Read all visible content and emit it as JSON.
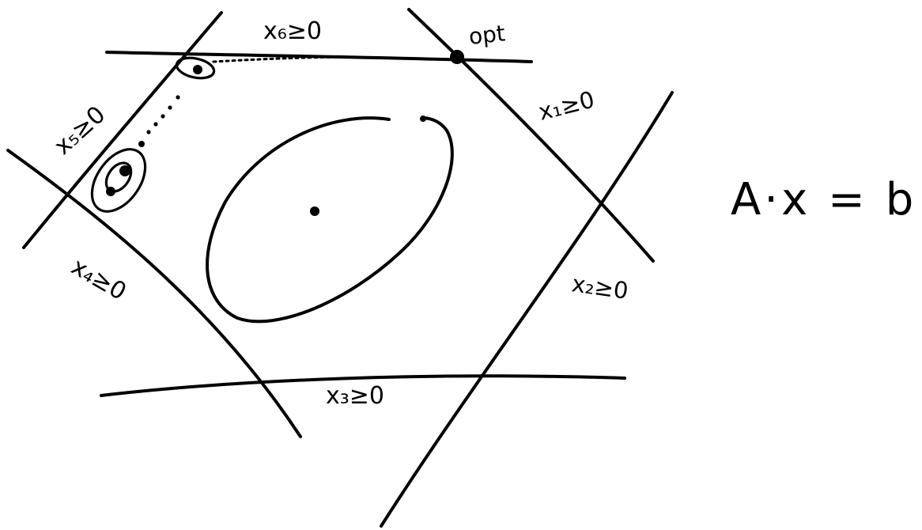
{
  "labels": {
    "x6": "x₆≥0",
    "opt": "opt",
    "x1": "x₁≥0",
    "x5": "x₅≥0",
    "x4": "x₄≥0",
    "x3": "x₃≥0",
    "x2": "x₂≥0",
    "equation": "A·x = b"
  },
  "colors": {
    "ink": "#000000",
    "paper": "#ffffff"
  }
}
